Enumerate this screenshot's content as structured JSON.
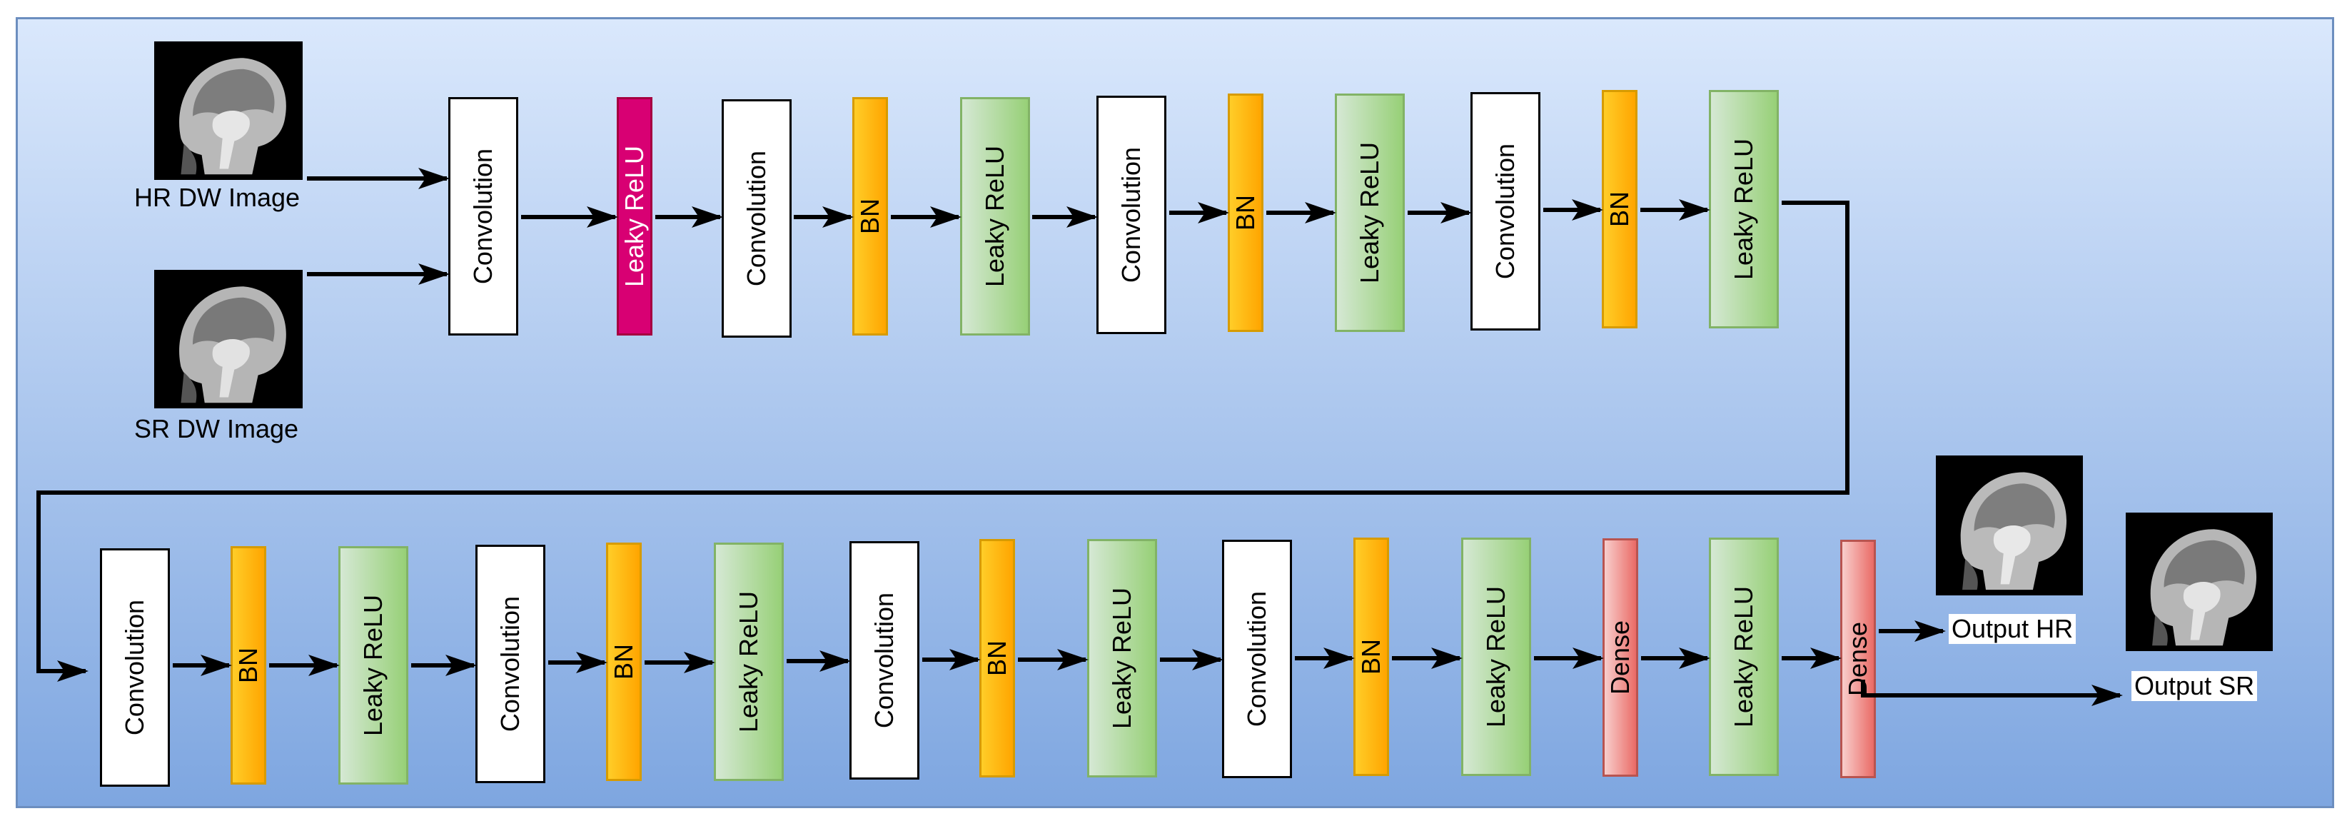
{
  "labels": {
    "convolution": "Convolution",
    "leaky_relu": "Leaky ReLU",
    "bn": "BN",
    "dense": "Dense"
  },
  "inputs": {
    "hr": "HR DW Image",
    "sr": "SR DW Image"
  },
  "outputs": {
    "hr": "Output HR",
    "sr": "Output SR"
  },
  "colors": {
    "panel_border": "#6c8ebf",
    "bn_fill": "#ffa500",
    "leaky_relu_fill": "#97d077",
    "leaky_relu_first_fill": "#d80073",
    "dense_fill": "#ea6b66",
    "arrow": "#000000"
  },
  "icons": [
    "mri-brain-icon"
  ]
}
